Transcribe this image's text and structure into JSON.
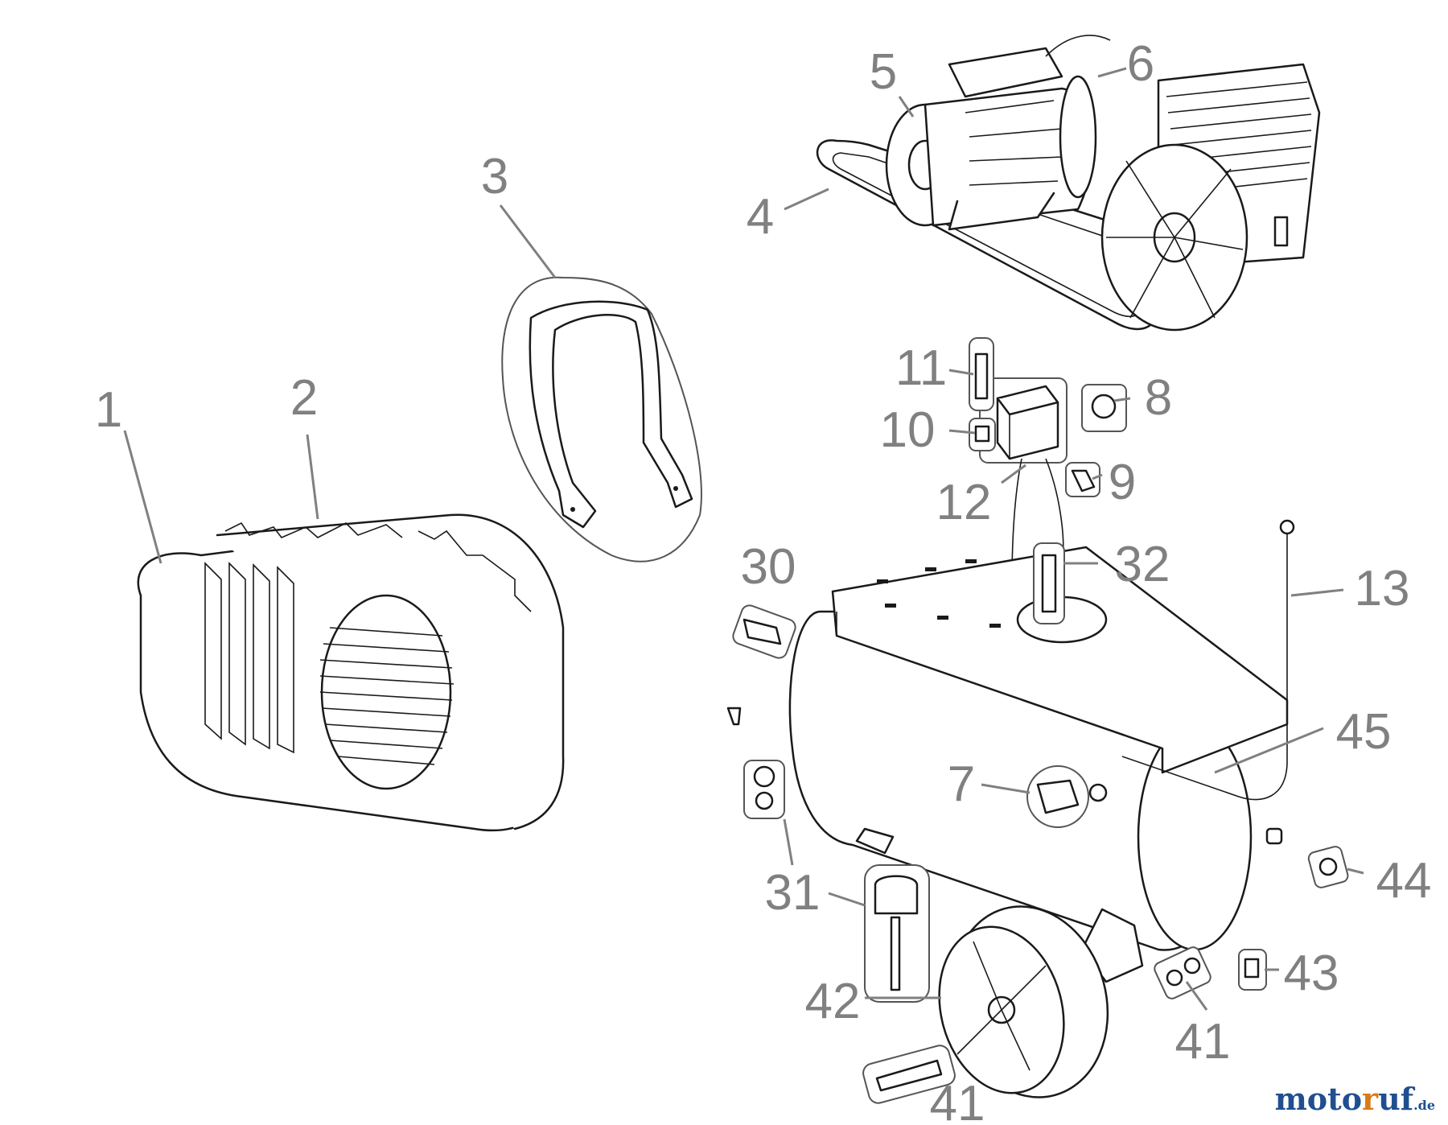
{
  "diagram": {
    "type": "exploded-parts-diagram",
    "labels": {
      "p1": "1",
      "p2": "2",
      "p3": "3",
      "p4": "4",
      "p5": "5",
      "p6": "6",
      "p7": "7",
      "p8": "8",
      "p9": "9",
      "p10": "10",
      "p11": "11",
      "p12": "12",
      "p13": "13",
      "p30": "30",
      "p31": "31",
      "p32": "32",
      "p41a": "41",
      "p41b": "41",
      "p42": "42",
      "p43": "43",
      "p44": "44",
      "p45": "45"
    },
    "label_color": "#808080",
    "line_color": "#1a1a1a"
  },
  "watermark": {
    "part_a": "moto",
    "part_b": "r",
    "part_c": "uf",
    "part_d": ".de",
    "color_primary": "#1f4f8f",
    "color_accent": "#d97a1a"
  }
}
